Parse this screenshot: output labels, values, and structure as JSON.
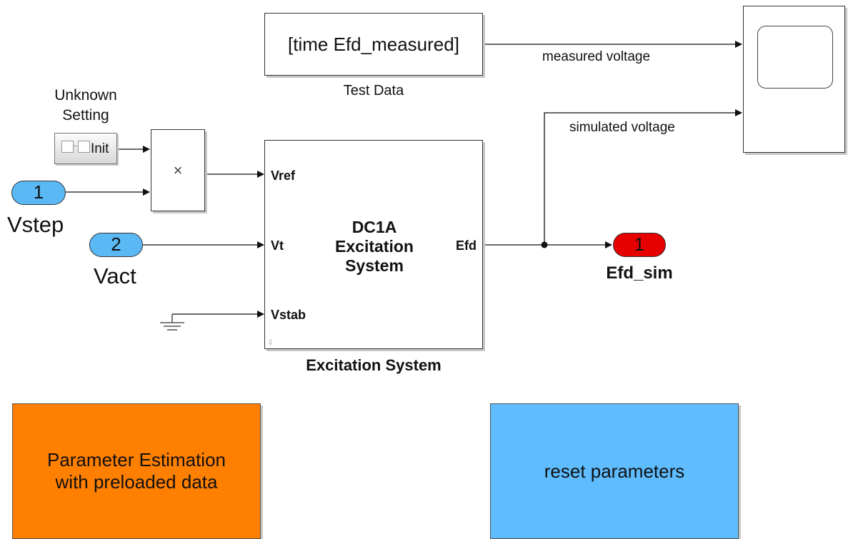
{
  "test_data": {
    "block_text": "[time Efd_measured]",
    "caption": "Test Data"
  },
  "scope": {
    "signal_labels": {
      "measured": "measured voltage",
      "simulated": "simulated voltage"
    }
  },
  "unknown_setting": {
    "caption_line1": "Unknown",
    "caption_line2": "Setting",
    "block_text": "Init"
  },
  "product_block": {
    "symbol": "×"
  },
  "inports": [
    {
      "number": "1",
      "name": "Vstep"
    },
    {
      "number": "2",
      "name": "Vact"
    }
  ],
  "excitation": {
    "title_line1": "DC1A",
    "title_line2": "Excitation",
    "title_line3": "System",
    "ports_in": [
      "Vref",
      "Vt",
      "Vstab"
    ],
    "port_out": "Efd",
    "caption": "Excitation System"
  },
  "outport": {
    "number": "1",
    "name": "Efd_sim"
  },
  "buttons": {
    "estimate": {
      "line1": "Parameter Estimation",
      "line2": "with preloaded data",
      "color": "#ff7f00"
    },
    "reset": {
      "label": "reset parameters",
      "color": "#5ebcff"
    }
  }
}
